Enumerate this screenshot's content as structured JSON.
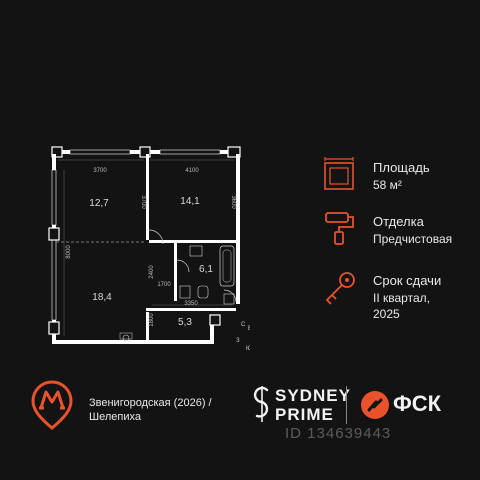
{
  "colors": {
    "accent": "#e8532e",
    "background": "#131313",
    "wall": "#ffffff",
    "text": "#e9e9e9"
  },
  "plan": {
    "rooms": [
      {
        "name": "room-1",
        "area": "12,7"
      },
      {
        "name": "room-2",
        "area": "14,1"
      },
      {
        "name": "living-kitchen",
        "area": "18,4"
      },
      {
        "name": "bathroom",
        "area": "6,1"
      },
      {
        "name": "hallway",
        "area": "5,3"
      }
    ],
    "dimensions": {
      "d3700_top": "3700",
      "d4100": "4100",
      "d3700_v": "3700",
      "d3600": "3600",
      "d8000": "8000",
      "d2400": "2400",
      "d1700": "1700",
      "d3350": "3350",
      "d1800": "1800"
    },
    "compass": {
      "s": "С",
      "e": "В",
      "w": "З",
      "south": "Ю"
    }
  },
  "info": {
    "area": {
      "title": "Площадь",
      "value": "58 м²",
      "icon": "area-icon"
    },
    "finish": {
      "title": "Отделка",
      "value": "Предчистовая",
      "icon": "paint-roller-icon"
    },
    "delivery": {
      "title": "Срок сдачи",
      "value_line1": "II квартал,",
      "value_line2": "2025",
      "icon": "key-icon"
    }
  },
  "footer": {
    "metro_line1": "Звенигородская (2026) /",
    "metro_line2": "Шелепиха",
    "project_line1": "SYDNEY",
    "project_line2": "PRIME",
    "developer": "ФСК",
    "watermark": "ID 134639443"
  }
}
